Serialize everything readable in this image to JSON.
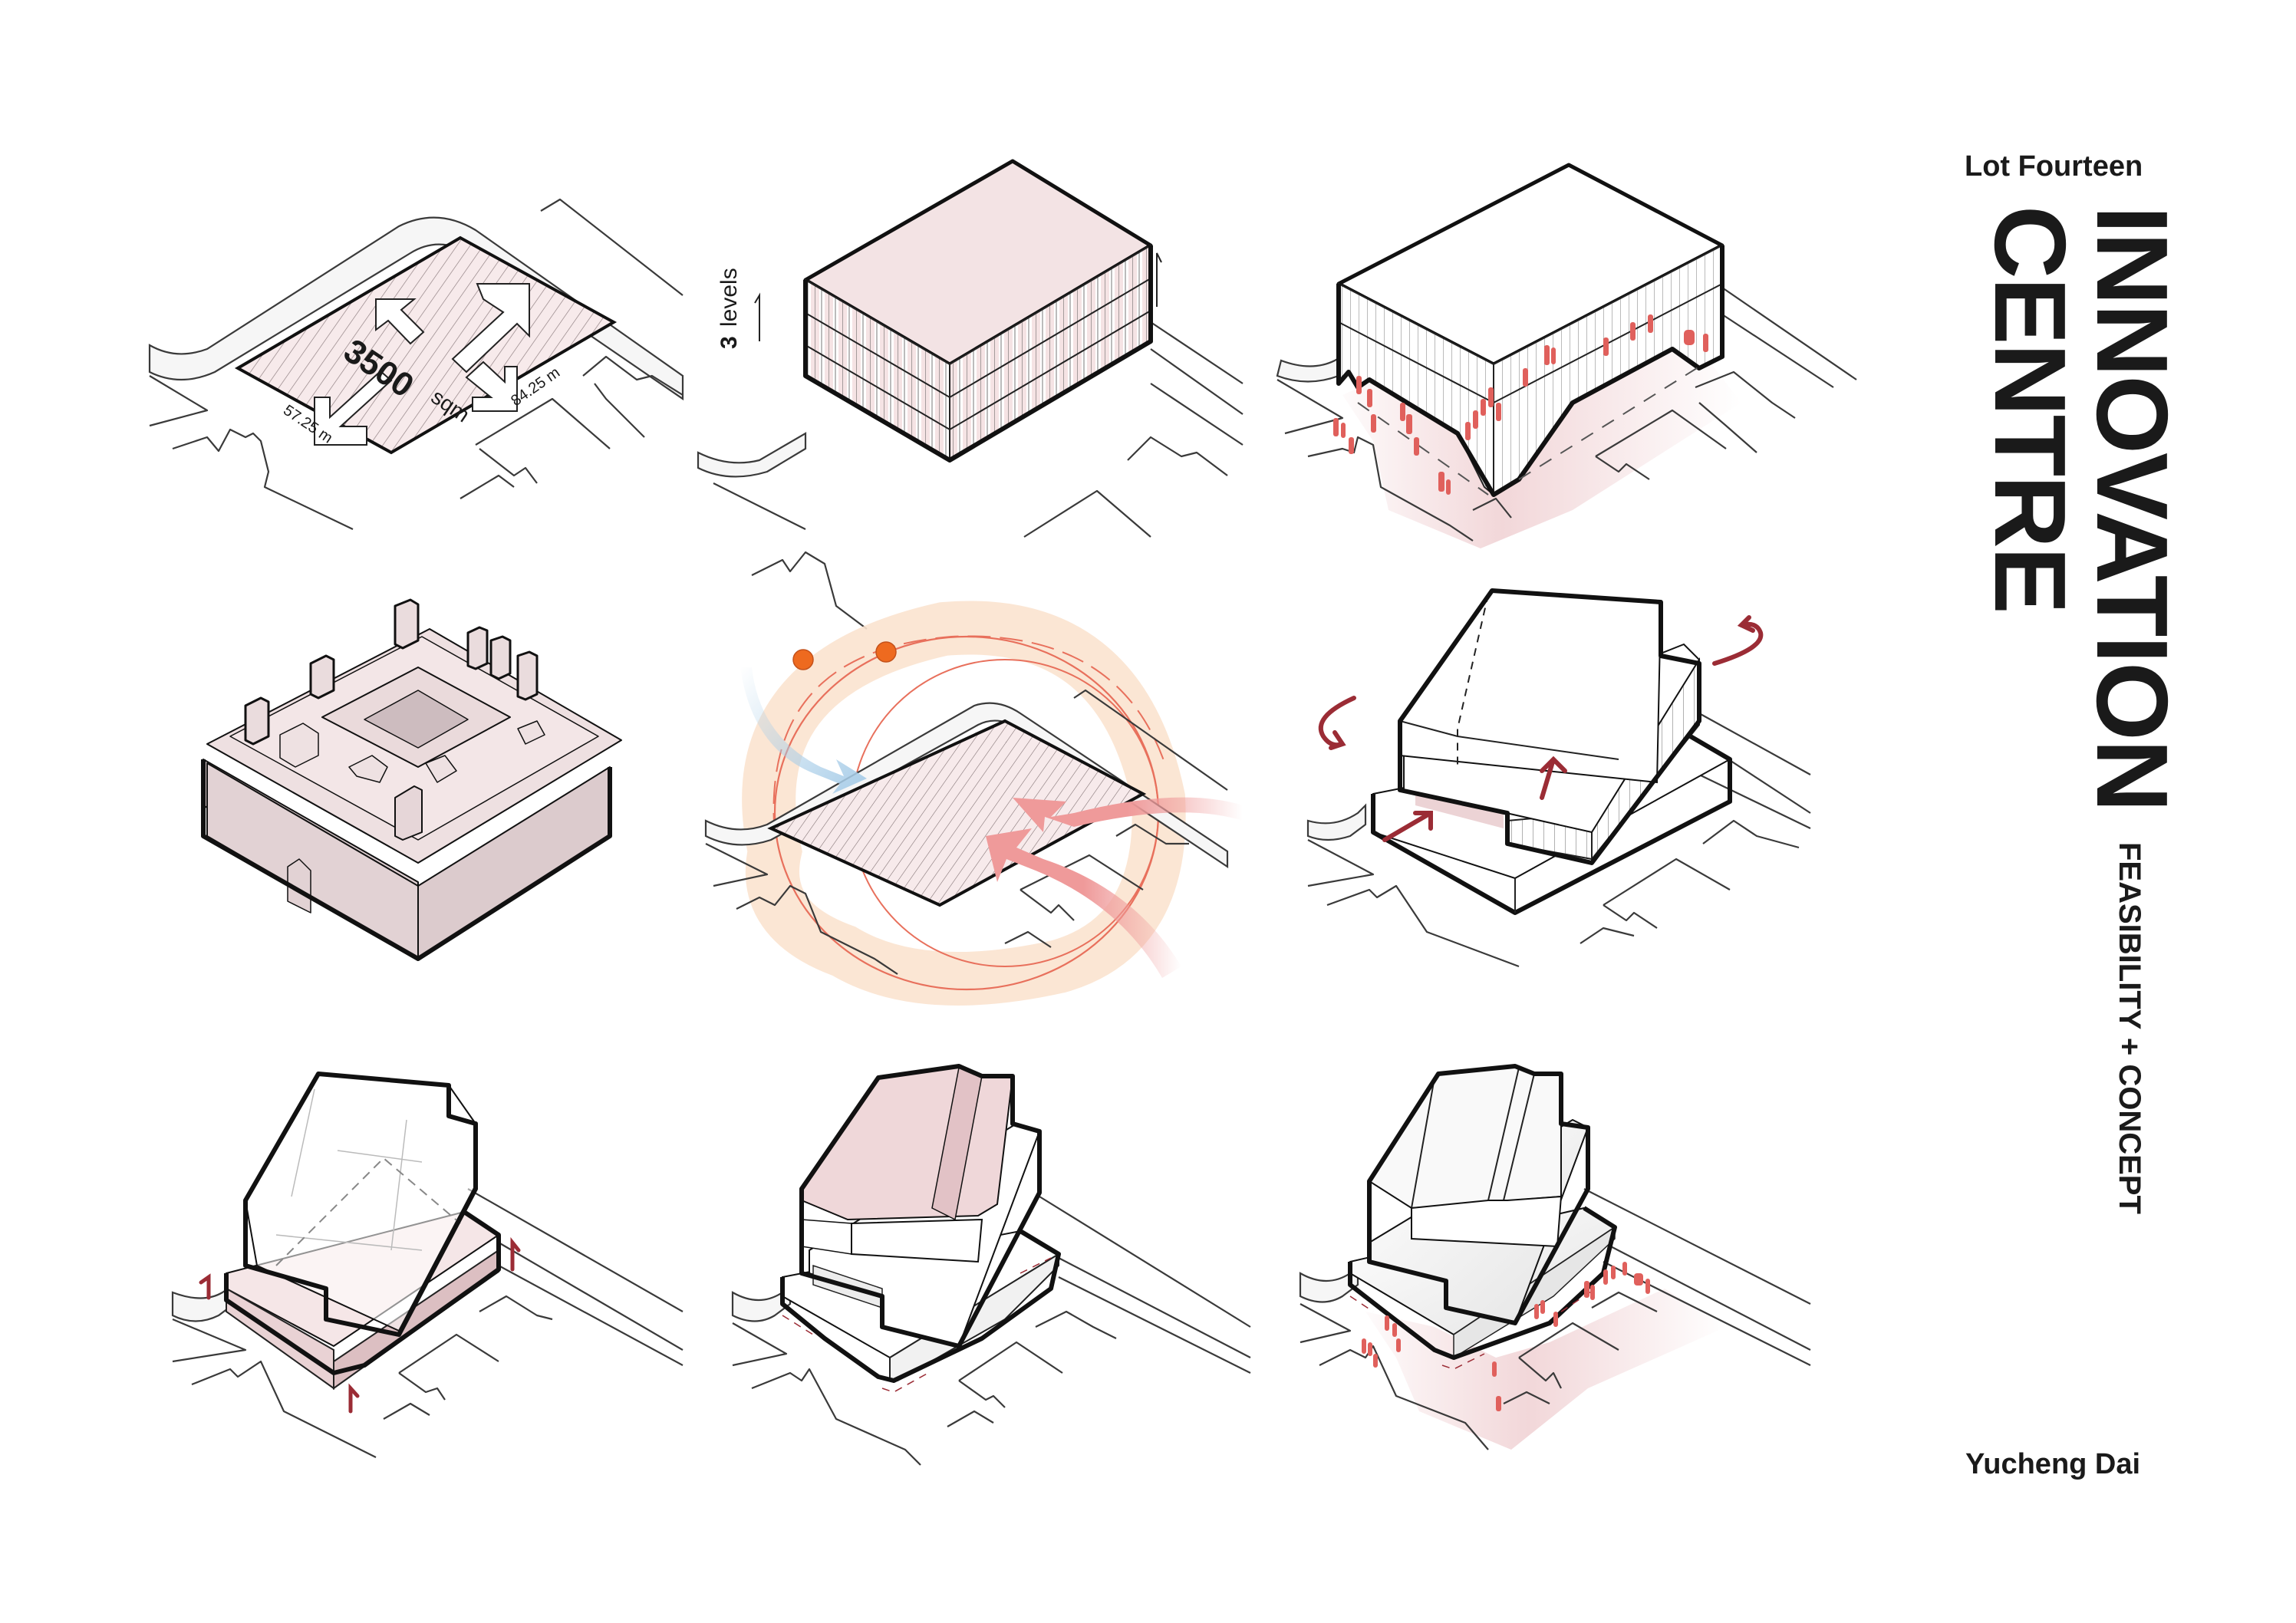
{
  "sidebar": {
    "subtitle": "Lot Fourteen",
    "title_line1": "INNOVATION",
    "title_line2": "CENTRE",
    "tagline": "FEASIBILITY + CONCEPT",
    "author": "Yucheng Dai"
  },
  "colors": {
    "background": "#ffffff",
    "linework": "#111111",
    "pink_fill": "#f3e3e4",
    "pink_hatch": "#f7eaeb",
    "people_red": "#e0605c",
    "accent_maroon": "#9b2c35",
    "sun_orange": "#ee6a1f",
    "sun_band": "#fbe3cf",
    "sun_path": "#e8705c",
    "wind_blue": "#a8cde8",
    "wind_pink": "#ef9a9a"
  },
  "diagrams": [
    {
      "id": "site-area",
      "row": 1,
      "col": 1,
      "area_value": "3500",
      "area_unit": "sqm",
      "dimension_short": "57.25 m",
      "dimension_long": "84.25 m",
      "icons": [
        "expand-arrow-nw",
        "expand-arrow-ne",
        "expand-arrow-sw",
        "expand-arrow-se"
      ]
    },
    {
      "id": "height-levels",
      "row": 1,
      "col": 2,
      "levels_value": "3",
      "levels_unit": "levels"
    },
    {
      "id": "public-ground-plane",
      "row": 1,
      "col": 3,
      "icons": [
        "pedestrian-figures"
      ]
    },
    {
      "id": "existing-heritage-building",
      "row": 2,
      "col": 1
    },
    {
      "id": "sun-and-wind-analysis",
      "row": 2,
      "col": 2,
      "icons": [
        "sun-position-dot",
        "sun-position-dot",
        "cool-wind-arrow",
        "warm-wind-arrow",
        "warm-wind-arrow"
      ]
    },
    {
      "id": "rotated-massing",
      "row": 2,
      "col": 3,
      "icons": [
        "rotate-arrow-left",
        "rotate-arrow-right",
        "push-arrow",
        "lift-arrow"
      ]
    },
    {
      "id": "podium-entries",
      "row": 3,
      "col": 1,
      "icons": [
        "entry-arrow",
        "entry-arrow",
        "entry-arrow"
      ]
    },
    {
      "id": "roof-terrace",
      "row": 3,
      "col": 2
    },
    {
      "id": "final-massing",
      "row": 3,
      "col": 3,
      "icons": [
        "pedestrian-figures"
      ]
    }
  ]
}
